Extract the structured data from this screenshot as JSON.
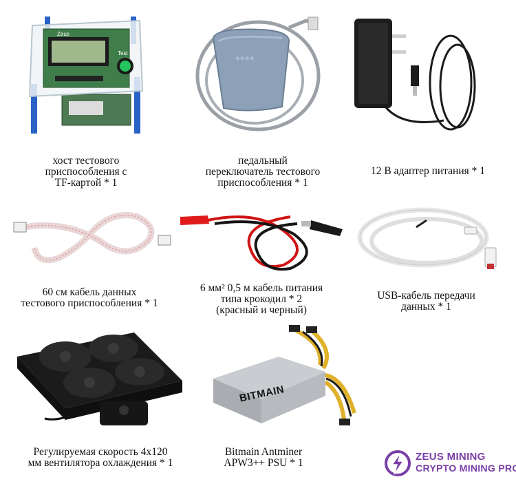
{
  "items": [
    {
      "caption": [
        "хост тестового",
        "приспособления с",
        "TF-картой * 1"
      ]
    },
    {
      "caption": [
        "педальный",
        "переключатель тестового",
        "приспособления * 1"
      ]
    },
    {
      "caption": [
        "12 В адаптер питания * 1"
      ]
    },
    {
      "caption": [
        "60 см кабель данных",
        "тестового приспособления * 1"
      ]
    },
    {
      "caption": [
        "6 мм² 0,5 м кабель питания",
        "типа крокодил * 2",
        "(красный и черный)"
      ]
    },
    {
      "caption": [
        "USB-кабель передачи",
        "данных * 1"
      ]
    },
    {
      "caption": [
        "Регулируемая скорость 4x120",
        "мм вентилятора охлаждения * 1"
      ]
    },
    {
      "caption": [
        "Bitmain Antminer",
        "APW3++ PSU * 1"
      ]
    }
  ],
  "psu_brand": "BITMAIN",
  "lcd_label": "Zeus",
  "button_label": "Test",
  "logo": {
    "line1": "ZEUS MINING",
    "line2": "CRYPTO MINING PRO",
    "color": "#7a3fa6"
  }
}
